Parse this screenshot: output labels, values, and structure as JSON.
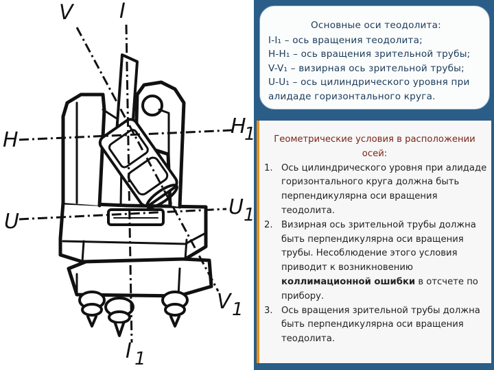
{
  "diagram": {
    "labels": {
      "V": "V",
      "I": "I",
      "H": "H",
      "H1": "H",
      "H1_sub": "1",
      "U": "U",
      "U1": "U",
      "U1_sub": "1",
      "V1": "V",
      "V1_sub": "1",
      "I1": "I",
      "I1_sub": "1"
    }
  },
  "axes": {
    "title": "Основные оси теодолита:",
    "items": [
      "I-I₁ – ось вращения теодолита;",
      "H-H₁ – ось вращения зрительной трубы;",
      "V-V₁ – визирная ось зрительной трубы;",
      "U-U₁ – ось цилиндрического уровня при алидаде горизонтального круга."
    ]
  },
  "conditions": {
    "title": "Геометрические условия в расположении осей:",
    "items": [
      {
        "num": "1.",
        "text": "Ось цилиндрического уровня при алидаде горизонтального круга должна быть перпендикулярна оси вращения теодолита."
      },
      {
        "num": "2.",
        "text_before": "Визирная ось зрительной трубы должна быть перпендикулярна оси вращения трубы. Несоблюдение этого условия приводит к возникновению ",
        "bold": "коллимационной ошибки",
        "text_after": " в отсчете по прибору."
      },
      {
        "num": "3.",
        "text": "Ось вращения зрительной трубы должна быть перпендикулярна оси вращения теодолита."
      }
    ]
  }
}
